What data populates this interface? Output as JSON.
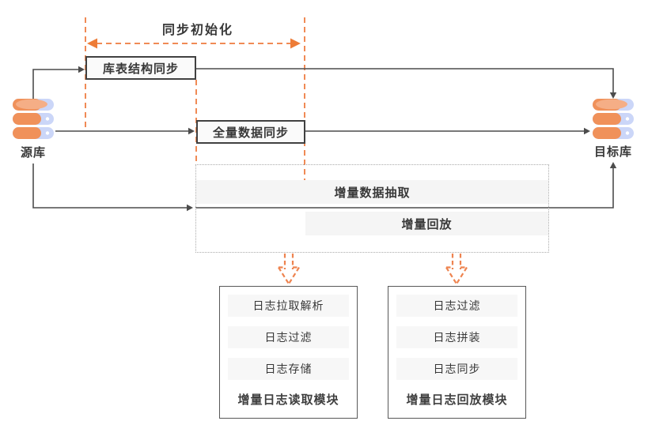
{
  "phase": {
    "init_label": "同步初始化"
  },
  "nodes": {
    "source_db": "源库",
    "target_db": "目标库",
    "schema_sync": "库表结构同步",
    "full_sync": "全量数据同步",
    "incr_extract": "增量数据抽取",
    "incr_replay": "增量回放"
  },
  "modules": [
    {
      "label": "增量日志读取模块",
      "items": [
        "日志拉取解析",
        "日志过滤",
        "日志存储"
      ]
    },
    {
      "label": "增量日志回放模块",
      "items": [
        "日志过滤",
        "日志拼装",
        "日志同步"
      ]
    }
  ],
  "icons": {
    "source": "database-icon",
    "target": "database-icon"
  },
  "colors": {
    "accent_orange": "#ED7C37",
    "dash_orange": "#F08A55",
    "line_gray": "#4C4C4C",
    "border_dark": "#414141",
    "dotted_border": "#ABABAB",
    "box_fill": "#F6F6F6",
    "text": "#383838"
  }
}
